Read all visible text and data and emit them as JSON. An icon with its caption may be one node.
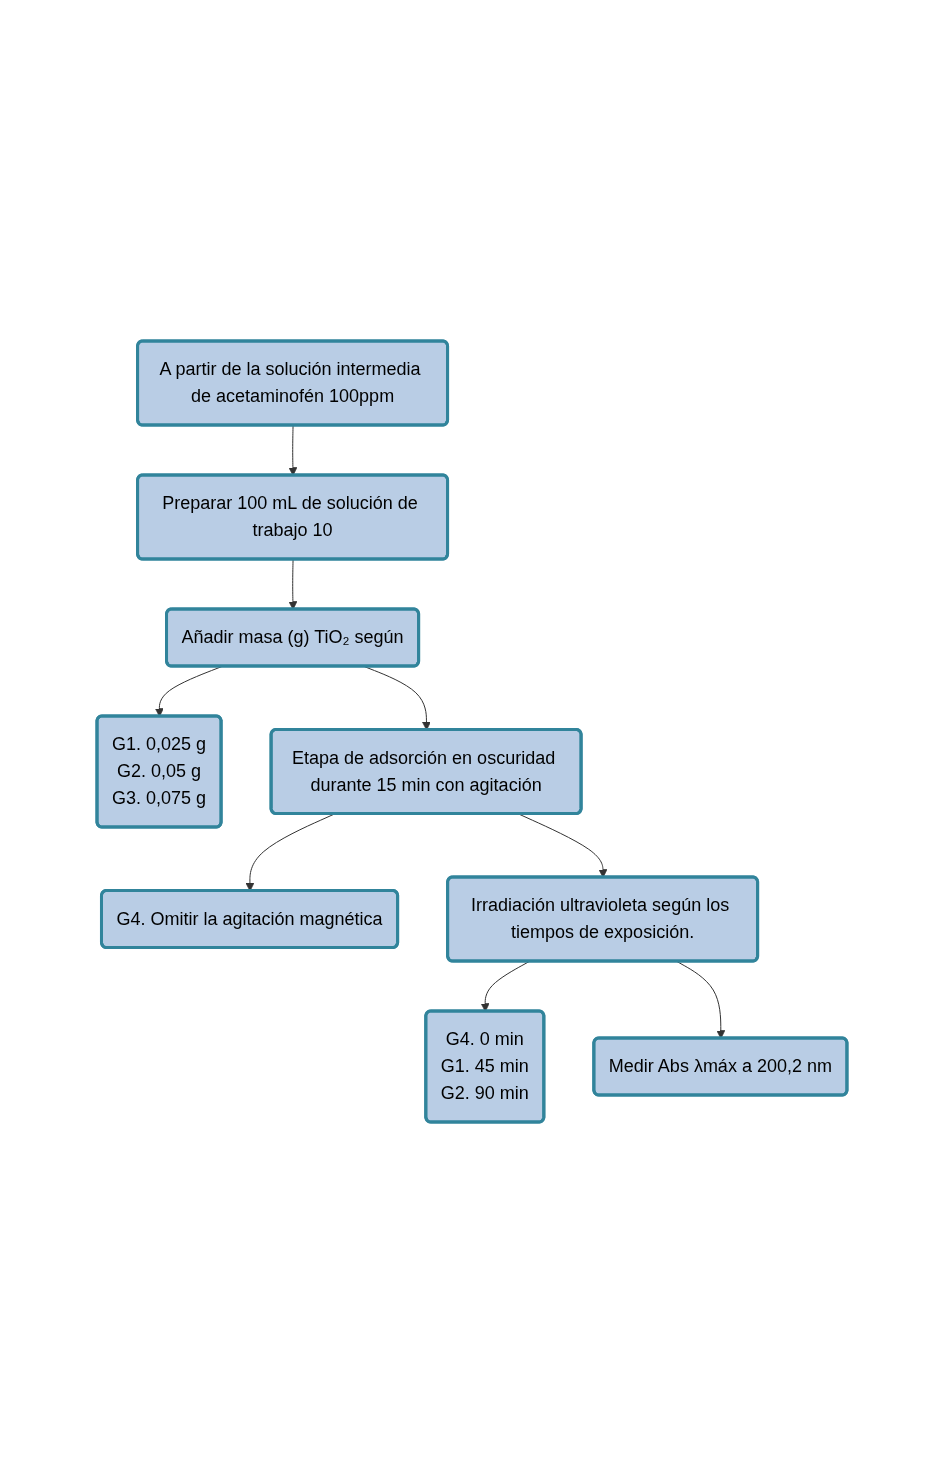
{
  "diagram": {
    "nodes": [
      {
        "text": [
          "A partir de la solución intermedia de acetaminofén 100ppm"
        ]
      },
      {
        "text": [
          "Preparar 100 mL de solución de trabajo 10"
        ]
      },
      {
        "text": [
          "Añadir masa (g) TiO₂ según"
        ]
      },
      {
        "text": [
          "G1. 0,025 g",
          "G2. 0,05 g",
          "G3. 0,075 g"
        ]
      },
      {
        "text": [
          "Etapa de adsorción en oscuridad durante 15 min con agitación"
        ]
      },
      {
        "text": [
          "G4. Omitir la agitación magnética"
        ]
      },
      {
        "text": [
          "Irradiación ultravioleta según los tiempos de exposición."
        ]
      },
      {
        "text": [
          "G4. 0 min",
          "G1. 45 min",
          "G2. 90 min"
        ]
      },
      {
        "text": [
          "Medir Abs λmáx a 200,2 nm"
        ]
      }
    ],
    "edges": [
      {
        "from": 0,
        "to": 1,
        "arrow": "to"
      },
      {
        "from": 1,
        "to": 2,
        "arrow": "to"
      },
      {
        "from": 2,
        "to": 3,
        "arrow": "to"
      },
      {
        "from": 2,
        "to": 4,
        "arrow": "to"
      },
      {
        "from": 4,
        "to": 5,
        "arrow": "to"
      },
      {
        "from": 4,
        "to": 6,
        "arrow": "to"
      },
      {
        "from": 6,
        "to": 7,
        "arrow": "to"
      },
      {
        "from": 6,
        "to": 8,
        "arrow": "to"
      }
    ]
  }
}
